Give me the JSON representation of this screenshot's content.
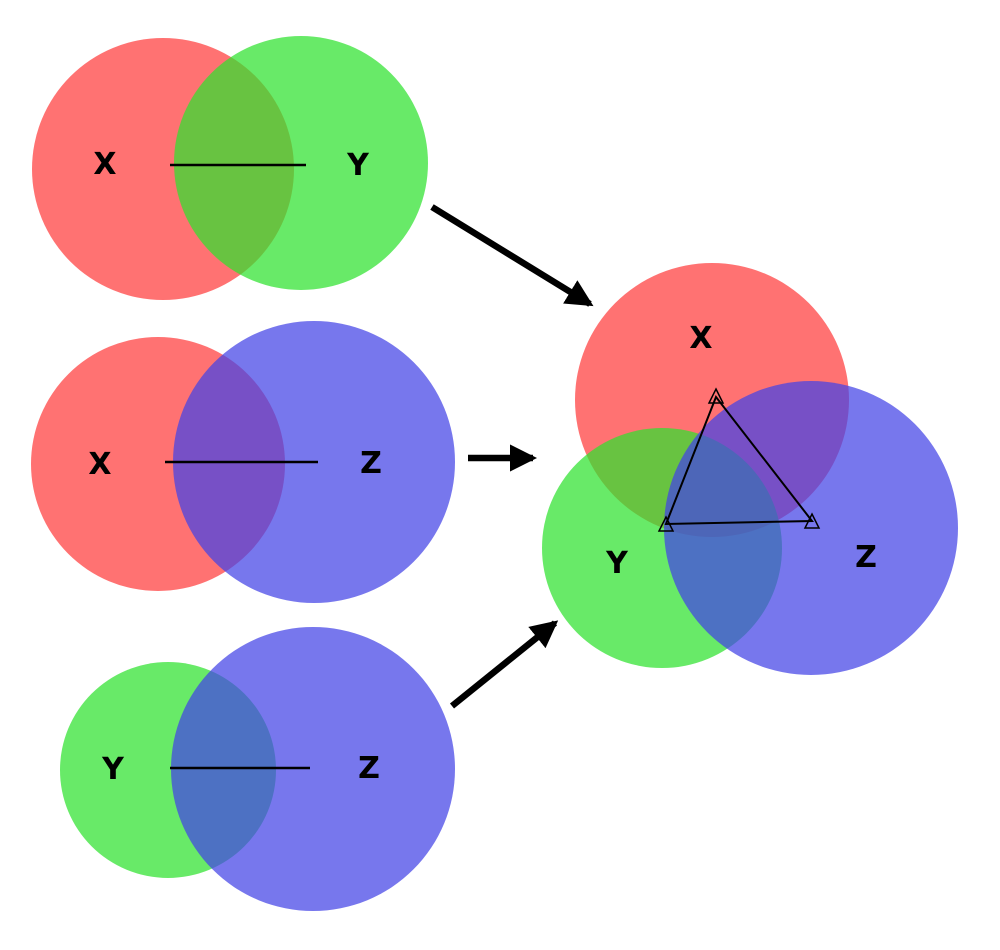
{
  "diagram": {
    "description": "Three pairwise Venn diagrams merged into one three-set Venn diagram",
    "colors": {
      "x": "#ff3b3b",
      "y": "#2ee22e",
      "z": "#4343e6",
      "stroke": "#000000"
    },
    "pairs": [
      {
        "left_label": "X",
        "right_label": "Y"
      },
      {
        "left_label": "X",
        "right_label": "Z"
      },
      {
        "left_label": "Y",
        "right_label": "Z"
      }
    ],
    "merged": {
      "top_label": "X",
      "left_label": "Y",
      "right_label": "Z"
    }
  }
}
